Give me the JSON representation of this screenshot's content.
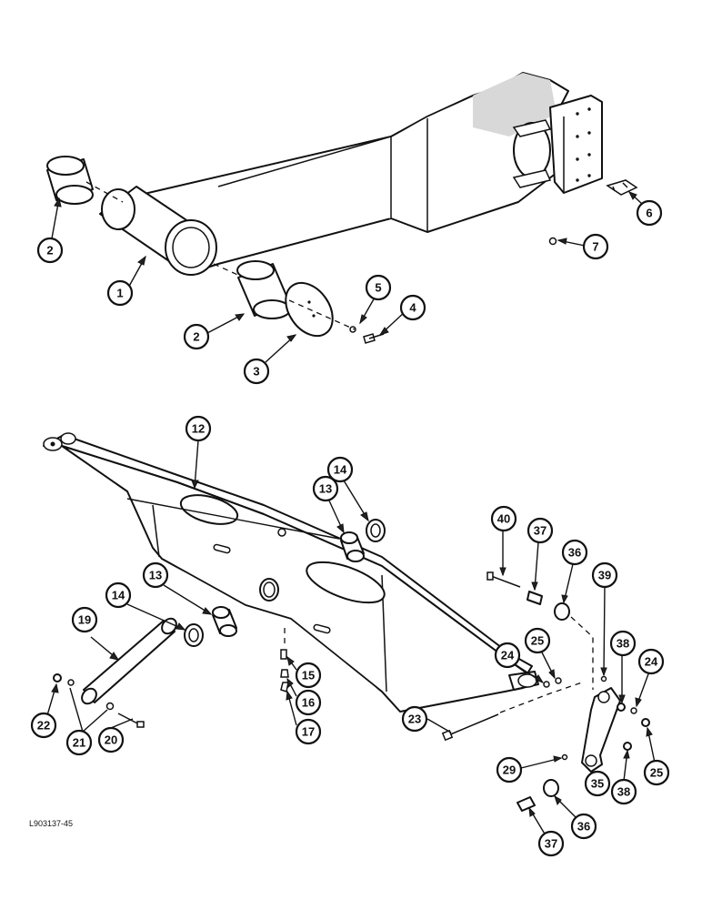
{
  "figure_code": "L903137-45",
  "callouts": [
    {
      "label": "1"
    },
    {
      "label": "2"
    },
    {
      "label": "2"
    },
    {
      "label": "3"
    },
    {
      "label": "4"
    },
    {
      "label": "5"
    },
    {
      "label": "6"
    },
    {
      "label": "7"
    },
    {
      "label": "12"
    },
    {
      "label": "13"
    },
    {
      "label": "14"
    },
    {
      "label": "13"
    },
    {
      "label": "14"
    },
    {
      "label": "19"
    },
    {
      "label": "22"
    },
    {
      "label": "21"
    },
    {
      "label": "20"
    },
    {
      "label": "15"
    },
    {
      "label": "16"
    },
    {
      "label": "17"
    },
    {
      "label": "23"
    },
    {
      "label": "40"
    },
    {
      "label": "37"
    },
    {
      "label": "36"
    },
    {
      "label": "39"
    },
    {
      "label": "25"
    },
    {
      "label": "24"
    },
    {
      "label": "38"
    },
    {
      "label": "24"
    },
    {
      "label": "25"
    },
    {
      "label": "29"
    },
    {
      "label": "35"
    },
    {
      "label": "38"
    },
    {
      "label": "36"
    },
    {
      "label": "37"
    }
  ]
}
